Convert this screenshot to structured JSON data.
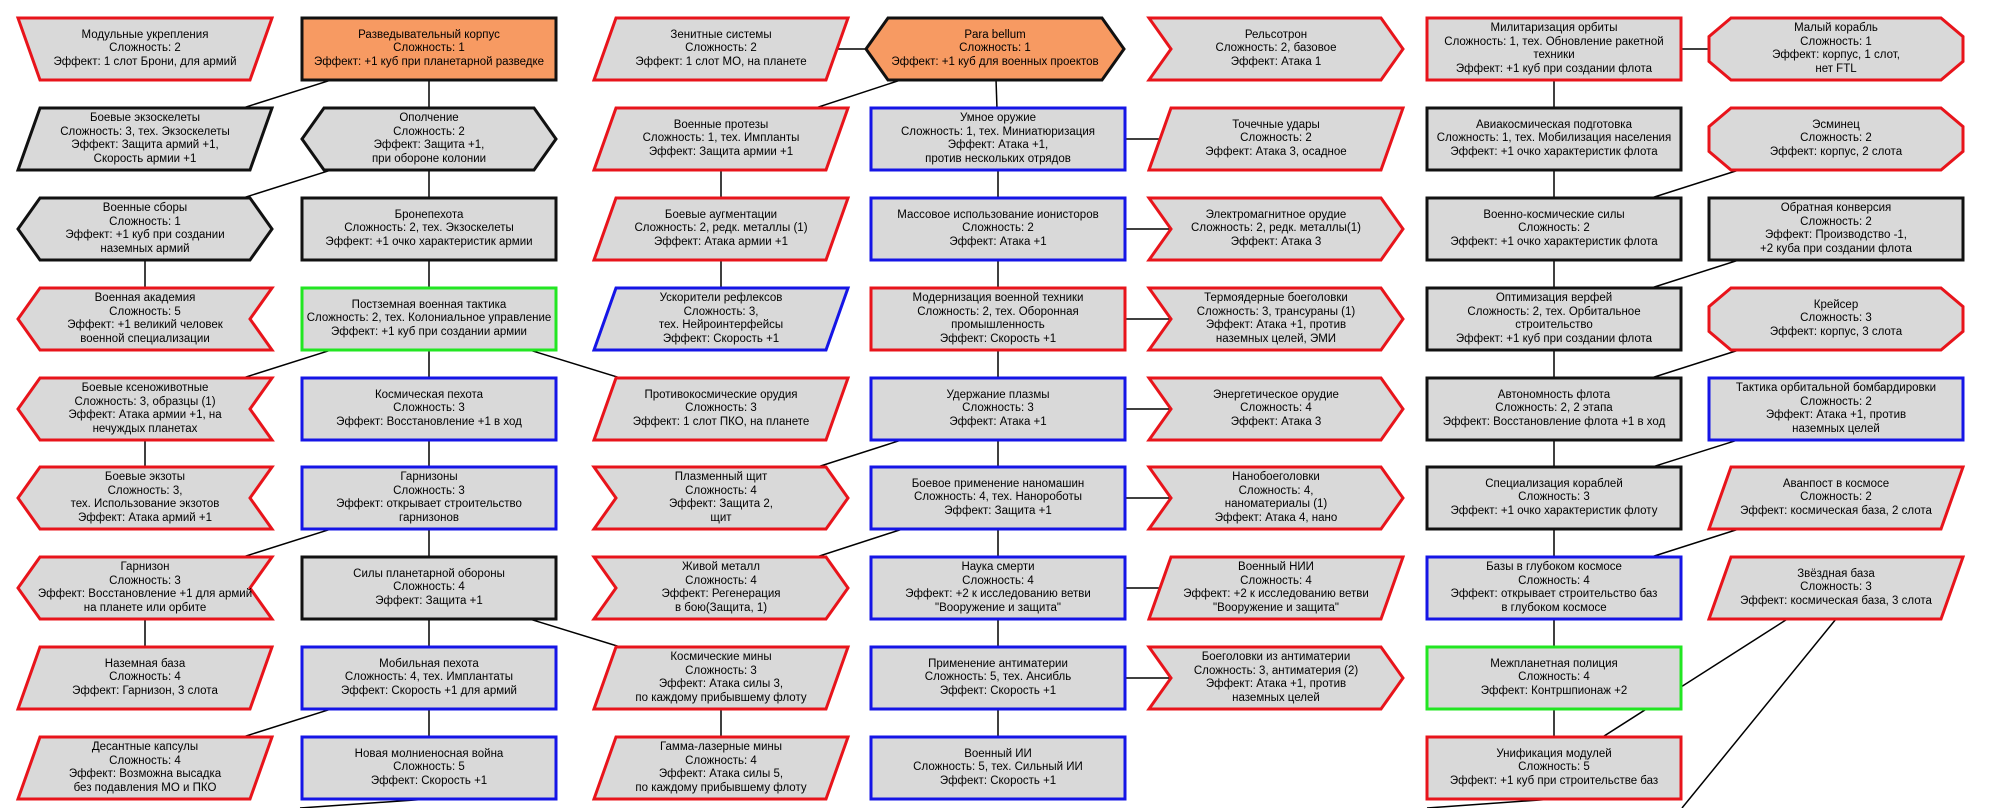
{
  "colors": {
    "red": "#e8141b",
    "blue": "#1515e6",
    "black": "#111111",
    "green": "#22e622",
    "fill": "#d9d9d9",
    "highlight": "#f79a62",
    "connector": "#000000"
  },
  "nodes": [
    {
      "id": "a1",
      "shape": "trap",
      "border": "red",
      "lines": [
        "Модульные укрепления",
        "Сложность: 2",
        "Эффект: 1 слот Брони, для армий"
      ]
    },
    {
      "id": "a2",
      "shape": "para",
      "border": "black",
      "lines": [
        "Боевые экзоскелеты",
        "Сложность: 3, тех. Экзоскелеты",
        "Эффект: Защита армий +1,",
        "Скорость армии +1"
      ]
    },
    {
      "id": "a3",
      "shape": "hex",
      "border": "black",
      "lines": [
        "Военные сборы",
        "Сложность: 1",
        "Эффект: +1 куб при создании",
        "наземных армий"
      ]
    },
    {
      "id": "a4",
      "shape": "lchev",
      "border": "red",
      "lines": [
        "Военная академия",
        "Сложность: 5",
        "Эффект: +1 великий человек",
        "военной специализации"
      ]
    },
    {
      "id": "a5",
      "shape": "lchev",
      "border": "red",
      "lines": [
        "Боевые ксеноживотные",
        "Сложность: 3, образцы (1)",
        "Эффект: Атака армии +1, на",
        "нечуждых планетах"
      ]
    },
    {
      "id": "a6",
      "shape": "lchev",
      "border": "red",
      "lines": [
        "Боевые экзоты",
        "Сложность: 3,",
        "тех. Использование экзотов",
        "Эффект: Атака армий +1"
      ]
    },
    {
      "id": "a7",
      "shape": "lchev",
      "border": "red",
      "lines": [
        "Гарнизон",
        "Сложность: 3",
        "Эффект: Восстановление +1 для армий",
        "на планете или орбите"
      ]
    },
    {
      "id": "a8",
      "shape": "para",
      "border": "red",
      "lines": [
        "Наземная база",
        "Сложность: 4",
        "Эффект: Гарнизон, 3 слота"
      ]
    },
    {
      "id": "a9",
      "shape": "para",
      "border": "red",
      "lines": [
        "Десантные капсулы",
        "Сложность: 4",
        "Эффект: Возможна высадка",
        "без подавления МО и ПКО"
      ]
    },
    {
      "id": "b1",
      "shape": "rect",
      "border": "black",
      "highlight": true,
      "lines": [
        "Разведывательный корпус",
        "Сложность: 1",
        "Эффект: +1 куб при планетарной разведке"
      ]
    },
    {
      "id": "b2",
      "shape": "hex",
      "border": "black",
      "lines": [
        "Ополчение",
        "Сложность: 2",
        "Эффект: Защита +1,",
        "при обороне колонии"
      ]
    },
    {
      "id": "b3",
      "shape": "rect",
      "border": "black",
      "lines": [
        "Бронепехота",
        "Сложность: 2, тех. Экзоскелеты",
        "Эффект: +1 очко характеристик армии"
      ]
    },
    {
      "id": "b4",
      "shape": "rect",
      "border": "green",
      "lines": [
        "Постземная военная тактика",
        "Сложность: 2, тех. Колониальное управление",
        "Эффект: +1 куб при создании армии"
      ]
    },
    {
      "id": "b5",
      "shape": "rect",
      "border": "blue",
      "lines": [
        "Космическая пехота",
        "Сложность: 3",
        "Эффект: Восстановление +1 в ход"
      ]
    },
    {
      "id": "b6",
      "shape": "rect",
      "border": "blue",
      "lines": [
        "Гарнизоны",
        "Сложность: 3",
        "Эффект: открывает строительство",
        "гарнизонов"
      ]
    },
    {
      "id": "b7",
      "shape": "rect",
      "border": "black",
      "lines": [
        "Силы планетарной обороны",
        "Сложность: 4",
        "Эффект: Защита +1"
      ]
    },
    {
      "id": "b8",
      "shape": "rect",
      "border": "blue",
      "lines": [
        "Мобильная пехота",
        "Сложность: 4, тех. Имплантаты",
        "Эффект: Скорость +1 для армий"
      ]
    },
    {
      "id": "b9",
      "shape": "rect",
      "border": "blue",
      "lines": [
        "Новая молниеносная война",
        "Сложность: 5",
        "Эффект: Скорость +1"
      ]
    },
    {
      "id": "c1",
      "shape": "para",
      "border": "red",
      "lines": [
        "Зенитные системы",
        "Сложность: 2",
        "Эффект: 1 слот МО, на планете"
      ]
    },
    {
      "id": "c2",
      "shape": "para",
      "border": "red",
      "lines": [
        "Военные протезы",
        "Сложность: 1, тех. Импланты",
        "Эффект: Защита армии +1"
      ]
    },
    {
      "id": "c3",
      "shape": "para",
      "border": "red",
      "lines": [
        "Боевые аугментации",
        "Сложность: 2, редк. металлы (1)",
        "Эффект: Атака армии +1"
      ]
    },
    {
      "id": "c4",
      "shape": "para",
      "border": "blue",
      "lines": [
        "Ускорители рефлексов",
        "Сложность: 3,",
        "тех. Нейроинтерфейсы",
        "Эффект: Скорость +1"
      ]
    },
    {
      "id": "c5",
      "shape": "para",
      "border": "red",
      "lines": [
        "Противокосмические орудия",
        "Сложность: 3",
        "Эффект: 1 слот ПКО, на планете"
      ]
    },
    {
      "id": "c6",
      "shape": "chev",
      "border": "red",
      "lines": [
        "Плазменный щит",
        "Сложность: 4",
        "Эффект: Защита 2,",
        "щит"
      ]
    },
    {
      "id": "c7",
      "shape": "chev",
      "border": "red",
      "lines": [
        "Живой металл",
        "Сложность: 4",
        "Эффект: Регенерация",
        "в бою(Защита, 1)"
      ]
    },
    {
      "id": "c8",
      "shape": "para",
      "border": "red",
      "lines": [
        "Космические мины",
        "Сложность: 3",
        "Эффект: Атака силы 3,",
        "по каждому прибывшему флоту"
      ]
    },
    {
      "id": "c9",
      "shape": "para",
      "border": "red",
      "lines": [
        "Гамма-лазерные мины",
        "Сложность: 4",
        "Эффект: Атака силы 5,",
        "по каждому прибывшему флоту"
      ]
    },
    {
      "id": "d1",
      "shape": "hex",
      "border": "black",
      "highlight": true,
      "lines": [
        "Para bellum",
        "Сложность: 1",
        "Эффект: +1 куб для военных проектов"
      ]
    },
    {
      "id": "d2",
      "shape": "rect",
      "border": "blue",
      "lines": [
        "Умное оружие",
        "Сложность: 1, тех. Миниатюризация",
        "Эффект: Атака +1,",
        "против нескольких отрядов"
      ]
    },
    {
      "id": "d3",
      "shape": "rect",
      "border": "blue",
      "lines": [
        "Массовое использование ионисторов",
        "Сложность: 2",
        "Эффект: Атака +1"
      ]
    },
    {
      "id": "d4",
      "shape": "rect",
      "border": "red",
      "lines": [
        "Модернизация военной техники",
        "Сложность: 2, тех. Оборонная",
        "промышленность",
        "Эффект: Скорость +1"
      ]
    },
    {
      "id": "d5",
      "shape": "rect",
      "border": "blue",
      "lines": [
        "Удержание плазмы",
        "Сложность: 3",
        "Эффект: Атака +1"
      ]
    },
    {
      "id": "d6",
      "shape": "rect",
      "border": "blue",
      "lines": [
        "Боевое применение наномашин",
        "Сложность: 4, тех. Нанороботы",
        "Эффект: Защита +1"
      ]
    },
    {
      "id": "d7",
      "shape": "rect",
      "border": "blue",
      "lines": [
        "Наука смерти",
        "Сложность: 4",
        "Эффект: +2 к исследованию ветви",
        "\"Вооружение и защита\""
      ]
    },
    {
      "id": "d8",
      "shape": "rect",
      "border": "blue",
      "lines": [
        "Применение антиматерии",
        "Сложность: 5, тех. Ансибль",
        "Эффект: Скорость +1"
      ]
    },
    {
      "id": "d9",
      "shape": "rect",
      "border": "blue",
      "lines": [
        "Военный ИИ",
        "Сложность: 5, тех. Сильный ИИ",
        "Эффект: Скорость +1"
      ]
    },
    {
      "id": "e1",
      "shape": "chev",
      "border": "red",
      "lines": [
        "Рельсотрон",
        "Сложность: 2, базовое",
        "Эффект: Атака 1"
      ]
    },
    {
      "id": "e2",
      "shape": "para",
      "border": "red",
      "lines": [
        "Точечные удары",
        "Сложность: 2",
        "Эффект: Атака 3, осадное"
      ]
    },
    {
      "id": "e3",
      "shape": "chev",
      "border": "red",
      "lines": [
        "Электромагнитное орудие",
        "Сложность: 2, редк. металлы(1)",
        "Эффект: Атака 3"
      ]
    },
    {
      "id": "e4",
      "shape": "chev",
      "border": "red",
      "lines": [
        "Термоядерные боеголовки",
        "Сложность: 3, трансураны (1)",
        "Эффект: Атака +1, против",
        "наземных целей, ЭМИ"
      ]
    },
    {
      "id": "e5",
      "shape": "chev",
      "border": "red",
      "lines": [
        "Энергетическое орудие",
        "Сложность: 4",
        "Эффект: Атака 3"
      ]
    },
    {
      "id": "e6",
      "shape": "chev",
      "border": "red",
      "lines": [
        "Нанобоеголовки",
        "Сложность: 4,",
        "наноматериалы (1)",
        "Эффект: Атака 4, нано"
      ]
    },
    {
      "id": "e7",
      "shape": "para",
      "border": "red",
      "lines": [
        "Военный НИИ",
        "Сложность: 4",
        "Эффект: +2 к исследованию ветви",
        "\"Вооружение и защита\""
      ]
    },
    {
      "id": "e8",
      "shape": "chev",
      "border": "red",
      "lines": [
        "Боеголовки из антиматерии",
        "Сложность: 3, антиматерия (2)",
        "Эффект: Атака +1, против",
        "наземных целей"
      ]
    },
    {
      "id": "f1",
      "shape": "rect",
      "border": "red",
      "lines": [
        "Милитаризация орбиты",
        "Сложность: 1, тех. Обновление ракетной",
        "техники",
        "Эффект: +1 куб при создании флота"
      ]
    },
    {
      "id": "f2",
      "shape": "rect",
      "border": "black",
      "lines": [
        "Авиакосмическая подготовка",
        "Сложность: 1, тех. Мобилизация населения",
        "Эффект: +1 очко характеристик флота"
      ]
    },
    {
      "id": "f3",
      "shape": "rect",
      "border": "black",
      "lines": [
        "Военно-космические силы",
        "Сложность: 2",
        "Эффект: +1 очко характеристик флота"
      ]
    },
    {
      "id": "f4",
      "shape": "rect",
      "border": "black",
      "lines": [
        "Оптимизация верфей",
        "Сложность: 2, тех. Орбитальное",
        "строительство",
        "Эффект: +1 куб при создании флота"
      ]
    },
    {
      "id": "f5",
      "shape": "rect",
      "border": "black",
      "lines": [
        "Автономность флота",
        "Сложность: 2, 2 этапа",
        "Эффект: Восстановление флота +1 в ход"
      ]
    },
    {
      "id": "f6",
      "shape": "rect",
      "border": "black",
      "lines": [
        "Специализация кораблей",
        "Сложность: 3",
        "Эффект: +1 очко характеристик флоту"
      ]
    },
    {
      "id": "f7",
      "shape": "rect",
      "border": "blue",
      "lines": [
        "Базы в глубоком космосе",
        "Сложность: 4",
        "Эффект: открывает строительство баз",
        "в глубоком космосе"
      ]
    },
    {
      "id": "f8",
      "shape": "rect",
      "border": "green",
      "lines": [
        "Межпланетная полиция",
        "Сложность: 4",
        "Эффект: Контршпионаж +2"
      ]
    },
    {
      "id": "f9",
      "shape": "rect",
      "border": "red",
      "lines": [
        "Унификация модулей",
        "Сложность: 5",
        "Эффект: +1 куб при строительстве баз"
      ]
    },
    {
      "id": "g1",
      "shape": "oct",
      "border": "red",
      "lines": [
        "Малый корабль",
        "Сложность: 1",
        "Эффект: корпус, 1 слот,",
        "нет FTL"
      ]
    },
    {
      "id": "g2",
      "shape": "oct",
      "border": "red",
      "lines": [
        "Эсминец",
        "Сложность: 2",
        "Эффект: корпус, 2 слота"
      ]
    },
    {
      "id": "g3",
      "shape": "rect",
      "border": "black",
      "lines": [
        "Обратная конверсия",
        "Сложность: 2",
        "Эффект: Производство -1,",
        "+2 куба при создании флота"
      ]
    },
    {
      "id": "g4",
      "shape": "oct",
      "border": "red",
      "lines": [
        "Крейсер",
        "Сложность: 3",
        "Эффект: корпус, 3 слота"
      ]
    },
    {
      "id": "g5",
      "shape": "rect",
      "border": "blue",
      "lines": [
        "Тактика орбитальной бомбардировки",
        "Сложность: 2",
        "Эффект: Атака +1, против",
        "наземных целей"
      ]
    },
    {
      "id": "g6",
      "shape": "para",
      "border": "red",
      "lines": [
        "Аванпост в космосе",
        "Сложность: 2",
        "Эффект: космическая база, 2 слота"
      ]
    },
    {
      "id": "g7",
      "shape": "para",
      "border": "red",
      "lines": [
        "Звёздная база",
        "Сложность: 3",
        "Эффект: космическая база, 3 слота"
      ]
    }
  ]
}
